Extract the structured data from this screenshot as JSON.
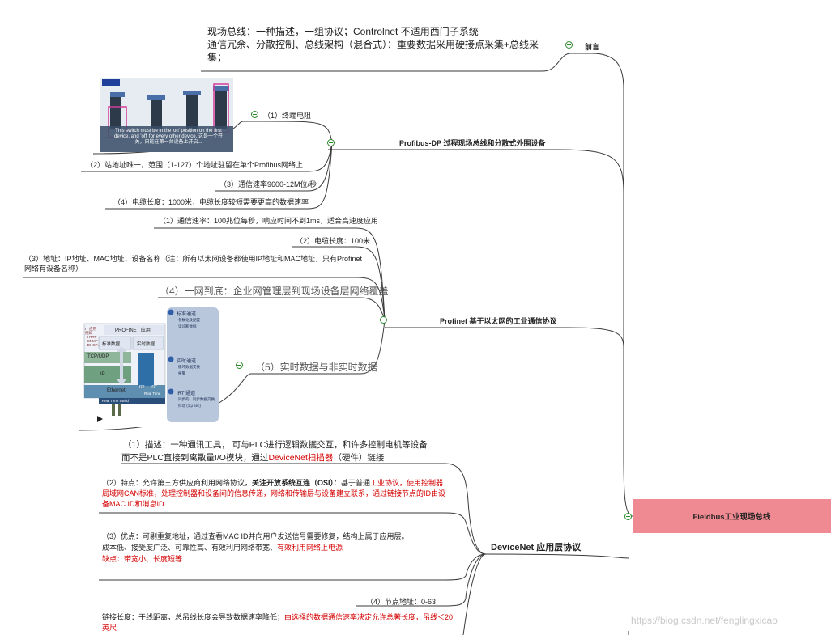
{
  "root": {
    "label": "Fieldbus工业现场总线"
  },
  "preface": {
    "title": "前言",
    "note_line1": "现场总线：一种描述，一组协议；Controlnet 不适用西门子系统",
    "note_line2": "通信冗余、分散控制、总线架构（混合式）：重要数据采用硬接点采集+总线采集；"
  },
  "profibus": {
    "title": "Profibus-DP 过程现场总线和分散式外围设备",
    "items": [
      "（1）终端电阻",
      "（2）站地址唯一，范围（1-127）个地址驻留在单个Profibus网络上",
      "（3）通信速率9600-12M位/秒",
      "（4）电缆长度：1000米，电缆长度较短需要更高的数据速率"
    ],
    "image_caption": "This switch must be in the 'on' position on the first device, and 'off' for every other device. 这是一个开关，只能在第一台设备上开启..."
  },
  "profinet": {
    "title": "Profinet 基于以太网的工业通信协议",
    "items": [
      "（1）通信速率：100兆位每秒，响应时间不到1ms，适合高速度应用",
      "（2）电缆长度：100米",
      "（3）地址：IP地址、MAC地址、设备名称（注：所有以太网设备都使用IP地址和MAC地址，只有Profinet网络有设备名称）",
      "（4）一网到底：企业网管理层到现场设备层网络覆盖",
      "（5）实时数据与非实时数据"
    ],
    "diagram": {
      "app_header": "PROFINET 应用",
      "it_apps": "IT 应用\n例如\n- HTTP\n- SNMP\n- DHCP...",
      "std_data": "标准数据",
      "rt_data": "实时数据",
      "tcp": "TCP/UDP",
      "ip": "IP",
      "ethernet": "Ethernet",
      "rt": "RT",
      "irt": "IRT",
      "rt_time": "Real Time",
      "switch": "Real Time Switch",
      "ch1": "标准通道",
      "ch1_b1": "参数化及配置",
      "ch1_b2": "读诊断数据",
      "ch2": "实时通道",
      "ch2_b1": "循环数据交换",
      "ch2_b2": "报警",
      "ch3": "IRT 通道",
      "ch3_b1": "同步的、同步数据交换",
      "ch3_b2": "抖动 (1 μ sec)"
    }
  },
  "devicenet": {
    "title": "DeviceNet 应用层协议",
    "p1_line1": "（1）描述：一种通讯工具， 可与PLC进行逻辑数据交互，和许多控制电机等设备",
    "p1_line2a": "而不是PLC直接到离散量I/O模块，通过",
    "p1_line2b": "DeviceNet扫描器",
    "p1_line2c": "（硬件）链接",
    "p2_a": "（2）特点：允许第三方供应商利用网络协议，",
    "p2_b": "关注开放系统互连（OSI）",
    "p2_c": "：基于普通",
    "p2_d": "工业协议，使用控制器局域网CAN标准，处理控制器和设备间的信息传递，网络和传输层与设备建立联系，通过链接节点的ID由设备MAC ID和消息ID",
    "p3_a": "（3）优点：可剔重复地址，通过查看MAC ID并向用户发送信号需要修复，结构上属于应用层。",
    "p3_b": "成本低、接受度广泛、可靠性高、有效利用网络带宽、",
    "p3_c": "有效利用网络上电源",
    "p3_d": "缺点：带宽小、长度短等",
    "p4": "（4）节点地址：0-63",
    "p5_a": "链接长度：干线距离，总吊线长度会导致数据速率降低；",
    "p5_b": "由选择的数据通信速率决定允许总著长度，吊线＜20英尺"
  },
  "watermark": "https://blog.csdn.net/fenglingxicao",
  "colors": {
    "root_fill": "#f08a92",
    "toggle": "#2a8a2a",
    "line": "#333333",
    "red": "#d40000"
  }
}
